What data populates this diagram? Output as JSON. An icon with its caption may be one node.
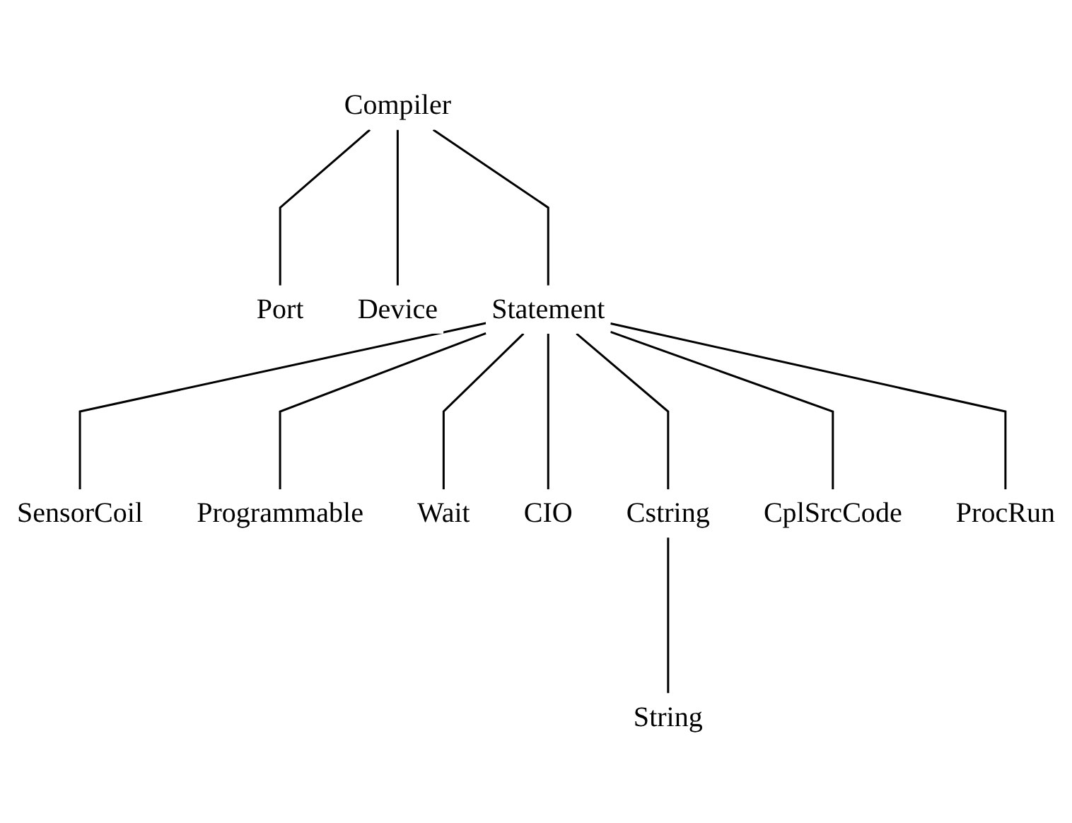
{
  "diagram": {
    "nodes": [
      {
        "text": [
          "Compiler"
        ]
      },
      {
        "text": [
          "Port"
        ]
      },
      {
        "text": [
          "Device"
        ]
      },
      {
        "text": [
          "Statement"
        ]
      },
      {
        "text": [
          "SensorCoil"
        ]
      },
      {
        "text": [
          "Programmable"
        ]
      },
      {
        "text": [
          "Wait"
        ]
      },
      {
        "text": [
          "CIO"
        ]
      },
      {
        "text": [
          "Cstring"
        ]
      },
      {
        "text": [
          "String"
        ]
      },
      {
        "text": [
          "CplSrcCode"
        ]
      },
      {
        "text": [
          "ProcRun"
        ]
      }
    ],
    "edges": [
      {
        "from": 0,
        "to": 1,
        "arrow": "none"
      },
      {
        "from": 0,
        "to": 2,
        "arrow": "none"
      },
      {
        "from": 0,
        "to": 3,
        "arrow": "none"
      },
      {
        "from": 3,
        "to": 4,
        "arrow": "none"
      },
      {
        "from": 3,
        "to": 5,
        "arrow": "none"
      },
      {
        "from": 3,
        "to": 6,
        "arrow": "none"
      },
      {
        "from": 3,
        "to": 7,
        "arrow": "none"
      },
      {
        "from": 3,
        "to": 8,
        "arrow": "none"
      },
      {
        "from": 8,
        "to": 9,
        "arrow": "none"
      },
      {
        "from": 3,
        "to": 10,
        "arrow": "none"
      },
      {
        "from": 3,
        "to": 11,
        "arrow": "none"
      }
    ]
  }
}
